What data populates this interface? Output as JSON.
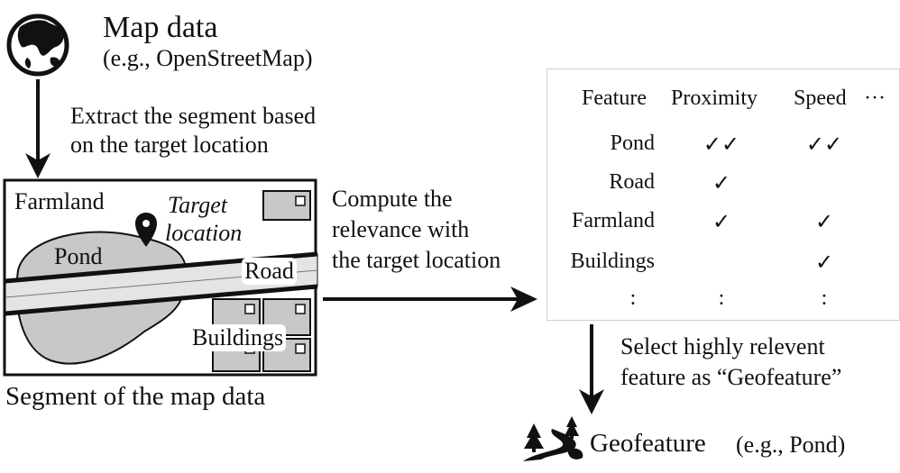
{
  "map_source": {
    "title": "Map data",
    "example": "(e.g., OpenStreetMap)",
    "icon": "globe-icon"
  },
  "step1": {
    "line1": "Extract the segment based",
    "line2": "on the target location"
  },
  "segment": {
    "farmland": "Farmland",
    "target_line1": "Target",
    "target_line2": "location",
    "pond": "Pond",
    "road": "Road",
    "buildings": "Buildings",
    "caption": "Segment of the map data",
    "pin_icon": "location-pin-icon"
  },
  "step2": {
    "line1": "Compute the",
    "line2": "relevance with",
    "line3": "the target location"
  },
  "table": {
    "headers": [
      "Feature",
      "Proximity",
      "Speed",
      "···"
    ],
    "rows": [
      {
        "feature": "Pond",
        "proximity": "✓✓",
        "speed": "✓✓"
      },
      {
        "feature": "Road",
        "proximity": "✓",
        "speed": ""
      },
      {
        "feature": "Farmland",
        "proximity": "✓",
        "speed": "✓"
      },
      {
        "feature": "Buildings",
        "proximity": "",
        "speed": "✓"
      },
      {
        "feature": ":",
        "proximity": ":",
        "speed": ":"
      }
    ]
  },
  "step3": {
    "line1": "Select highly relevent",
    "line2": "feature as “Geofeature”"
  },
  "result": {
    "label": "Geofeature",
    "example": "(e.g., Pond)",
    "icon": "river-trees-icon"
  },
  "colors": {
    "ink": "#111111",
    "fill_gray": "#c8c8c8",
    "border_light": "#cfcfcf"
  }
}
